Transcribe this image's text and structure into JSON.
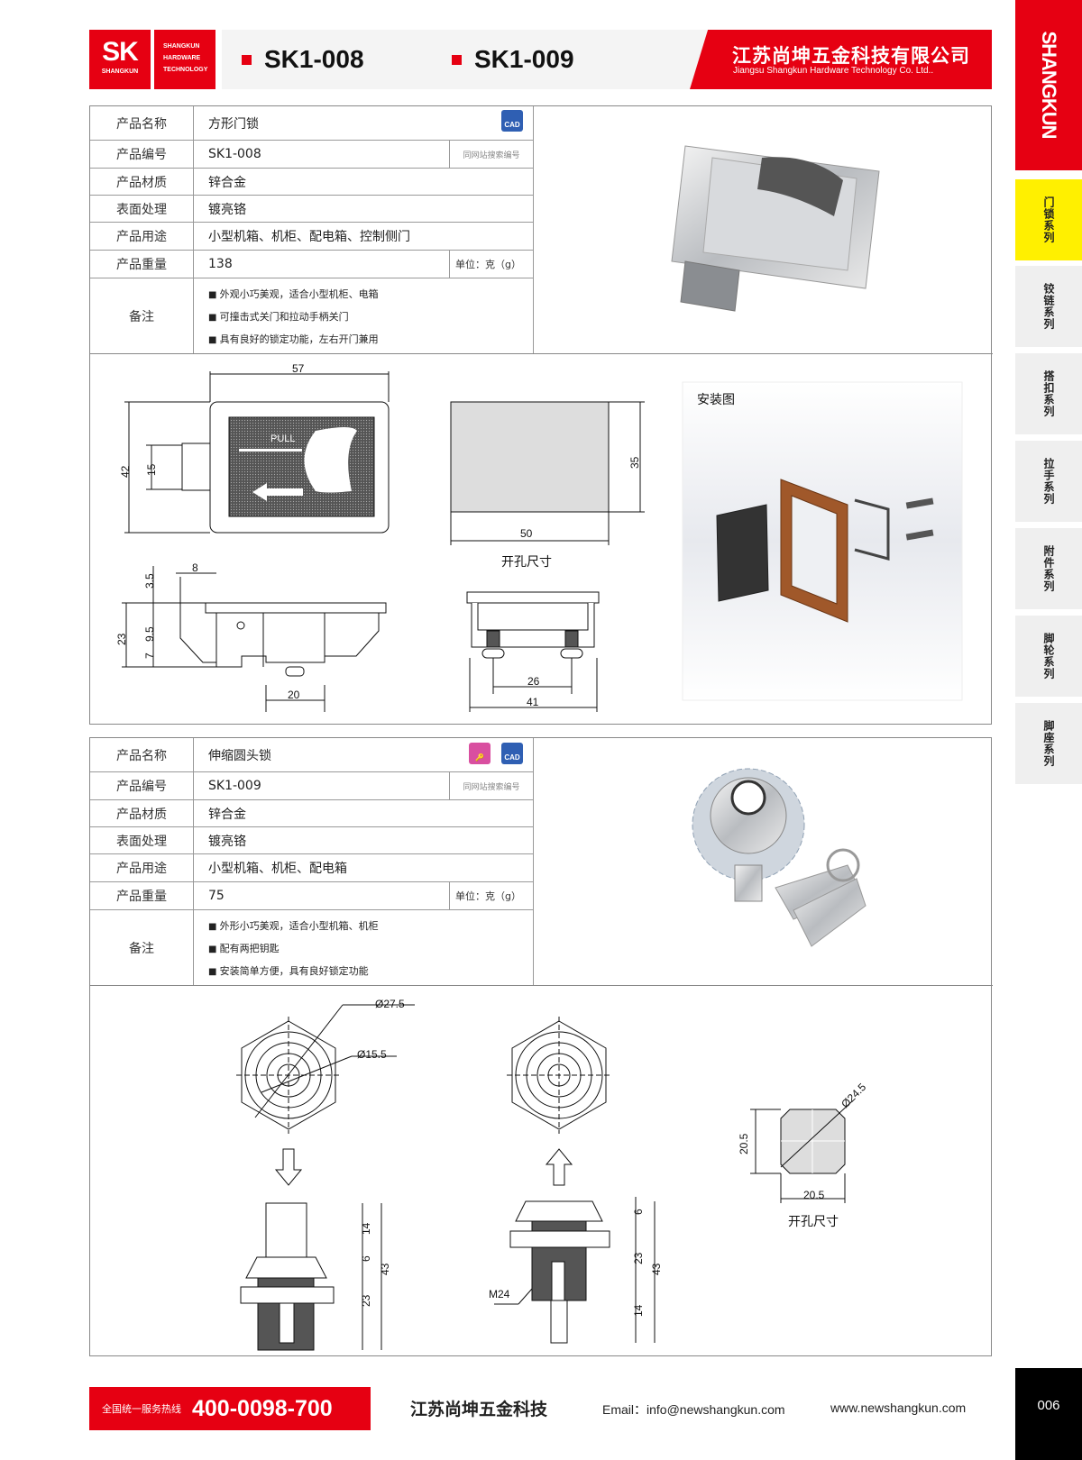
{
  "header": {
    "logo_mark": "SK",
    "logo_sub": "SHANGKUN",
    "logo_lines": [
      "SHANGKUN",
      "HARDWARE",
      "TECHNOLOGY"
    ],
    "models": [
      "SK1-008",
      "SK1-009"
    ],
    "company_cn": "江苏尚坤五金科技有限公司",
    "company_en": "Jiangsu Shangkun Hardware Technology Co. Ltd.."
  },
  "sidebar": {
    "brand": "SHANGKUN",
    "items": [
      {
        "label": "门锁系列",
        "active": true
      },
      {
        "label": "铰链系列"
      },
      {
        "label": "搭扣系列"
      },
      {
        "label": "拉手系列"
      },
      {
        "label": "附件系列"
      },
      {
        "label": "脚轮系列"
      },
      {
        "label": "脚座系列"
      }
    ]
  },
  "labels": {
    "name": "产品名称",
    "code": "产品编号",
    "material": "产品材质",
    "surface": "表面处理",
    "usage": "产品用途",
    "weight": "产品重量",
    "notes": "备注",
    "search_hint": "同网站搜索编号",
    "unit": "单位：克（g）",
    "cad": "CAD",
    "cutout": "开孔尺寸",
    "install": "安装图"
  },
  "products": [
    {
      "name": "方形门锁",
      "code": "SK1-008",
      "material": "锌合金",
      "surface": "镀亮铬",
      "usage": "小型机箱、机柜、配电箱、控制侧门",
      "weight": "138",
      "notes": [
        "外观小巧美观，适合小型机柜、电箱",
        "可撞击式关门和拉动手柄关门",
        "具有良好的锁定功能，左右开门兼用"
      ],
      "dims": {
        "width": "57",
        "height": "42",
        "latch": "15",
        "cut_w": "50",
        "cut_h": "35",
        "d1": "3.5",
        "d2": "8",
        "d3": "23",
        "d4": "9.5",
        "d5": "7",
        "d6": "20",
        "d7": "26",
        "d8": "41",
        "pull": "PULL"
      }
    },
    {
      "name": "伸缩圆头锁",
      "code": "SK1-009",
      "material": "锌合金",
      "surface": "镀亮铬",
      "usage": "小型机箱、机柜、配电箱",
      "weight": "75",
      "notes": [
        "外形小巧美观，适合小型机箱、机柜",
        "配有两把钥匙",
        "安装简单方便，具有良好锁定功能"
      ],
      "dims": {
        "dia1": "Ø27.5",
        "dia2": "Ø15.5",
        "a14": "14",
        "a6": "6",
        "a43": "43",
        "a23": "23",
        "b6": "6",
        "b23": "23",
        "b43": "43",
        "b14": "14",
        "thread": "M24",
        "cut_a": "20.5",
        "cut_b": "20.5",
        "cut_d": "Ø24.5"
      }
    }
  ],
  "footer": {
    "hotline_label": "全国统一服务热线",
    "hotline": "400-0098-700",
    "company": "江苏尚坤五金科技",
    "email": "Email：info@newshangkun.com",
    "website": "www.newshangkun.com",
    "page": "006"
  },
  "colors": {
    "brand_red": "#e60012",
    "active_yellow": "#fff000",
    "cad_blue": "#2f5fb3",
    "badge_pink": "#d94fa0"
  }
}
